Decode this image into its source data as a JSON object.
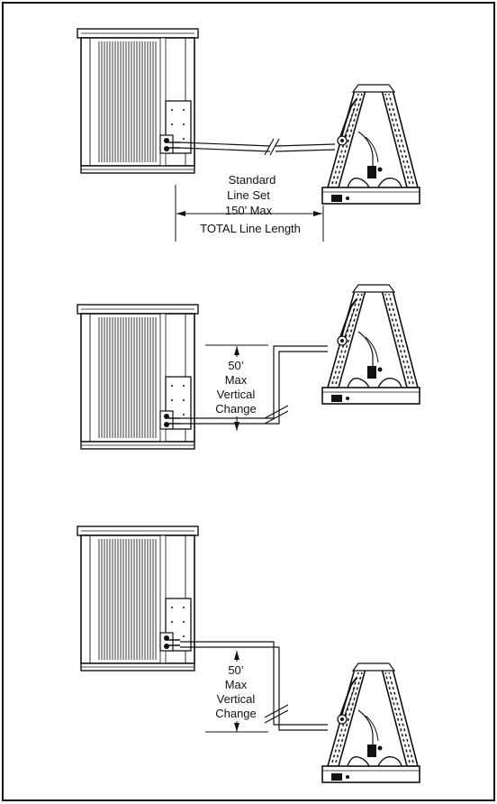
{
  "panels": [
    {
      "id": "same-level",
      "label_lines": [
        "Standard",
        "Line Set",
        "150’ Max",
        "TOTAL Line Length"
      ]
    },
    {
      "id": "outdoor-below",
      "label_lines": [
        "50’",
        "Max",
        "Vertical",
        "Change"
      ]
    },
    {
      "id": "outdoor-above",
      "label_lines": [
        "50’",
        "Max",
        "Vertical",
        "Change"
      ]
    }
  ],
  "colors": {
    "stroke": "#111111",
    "background": "#ffffff"
  }
}
